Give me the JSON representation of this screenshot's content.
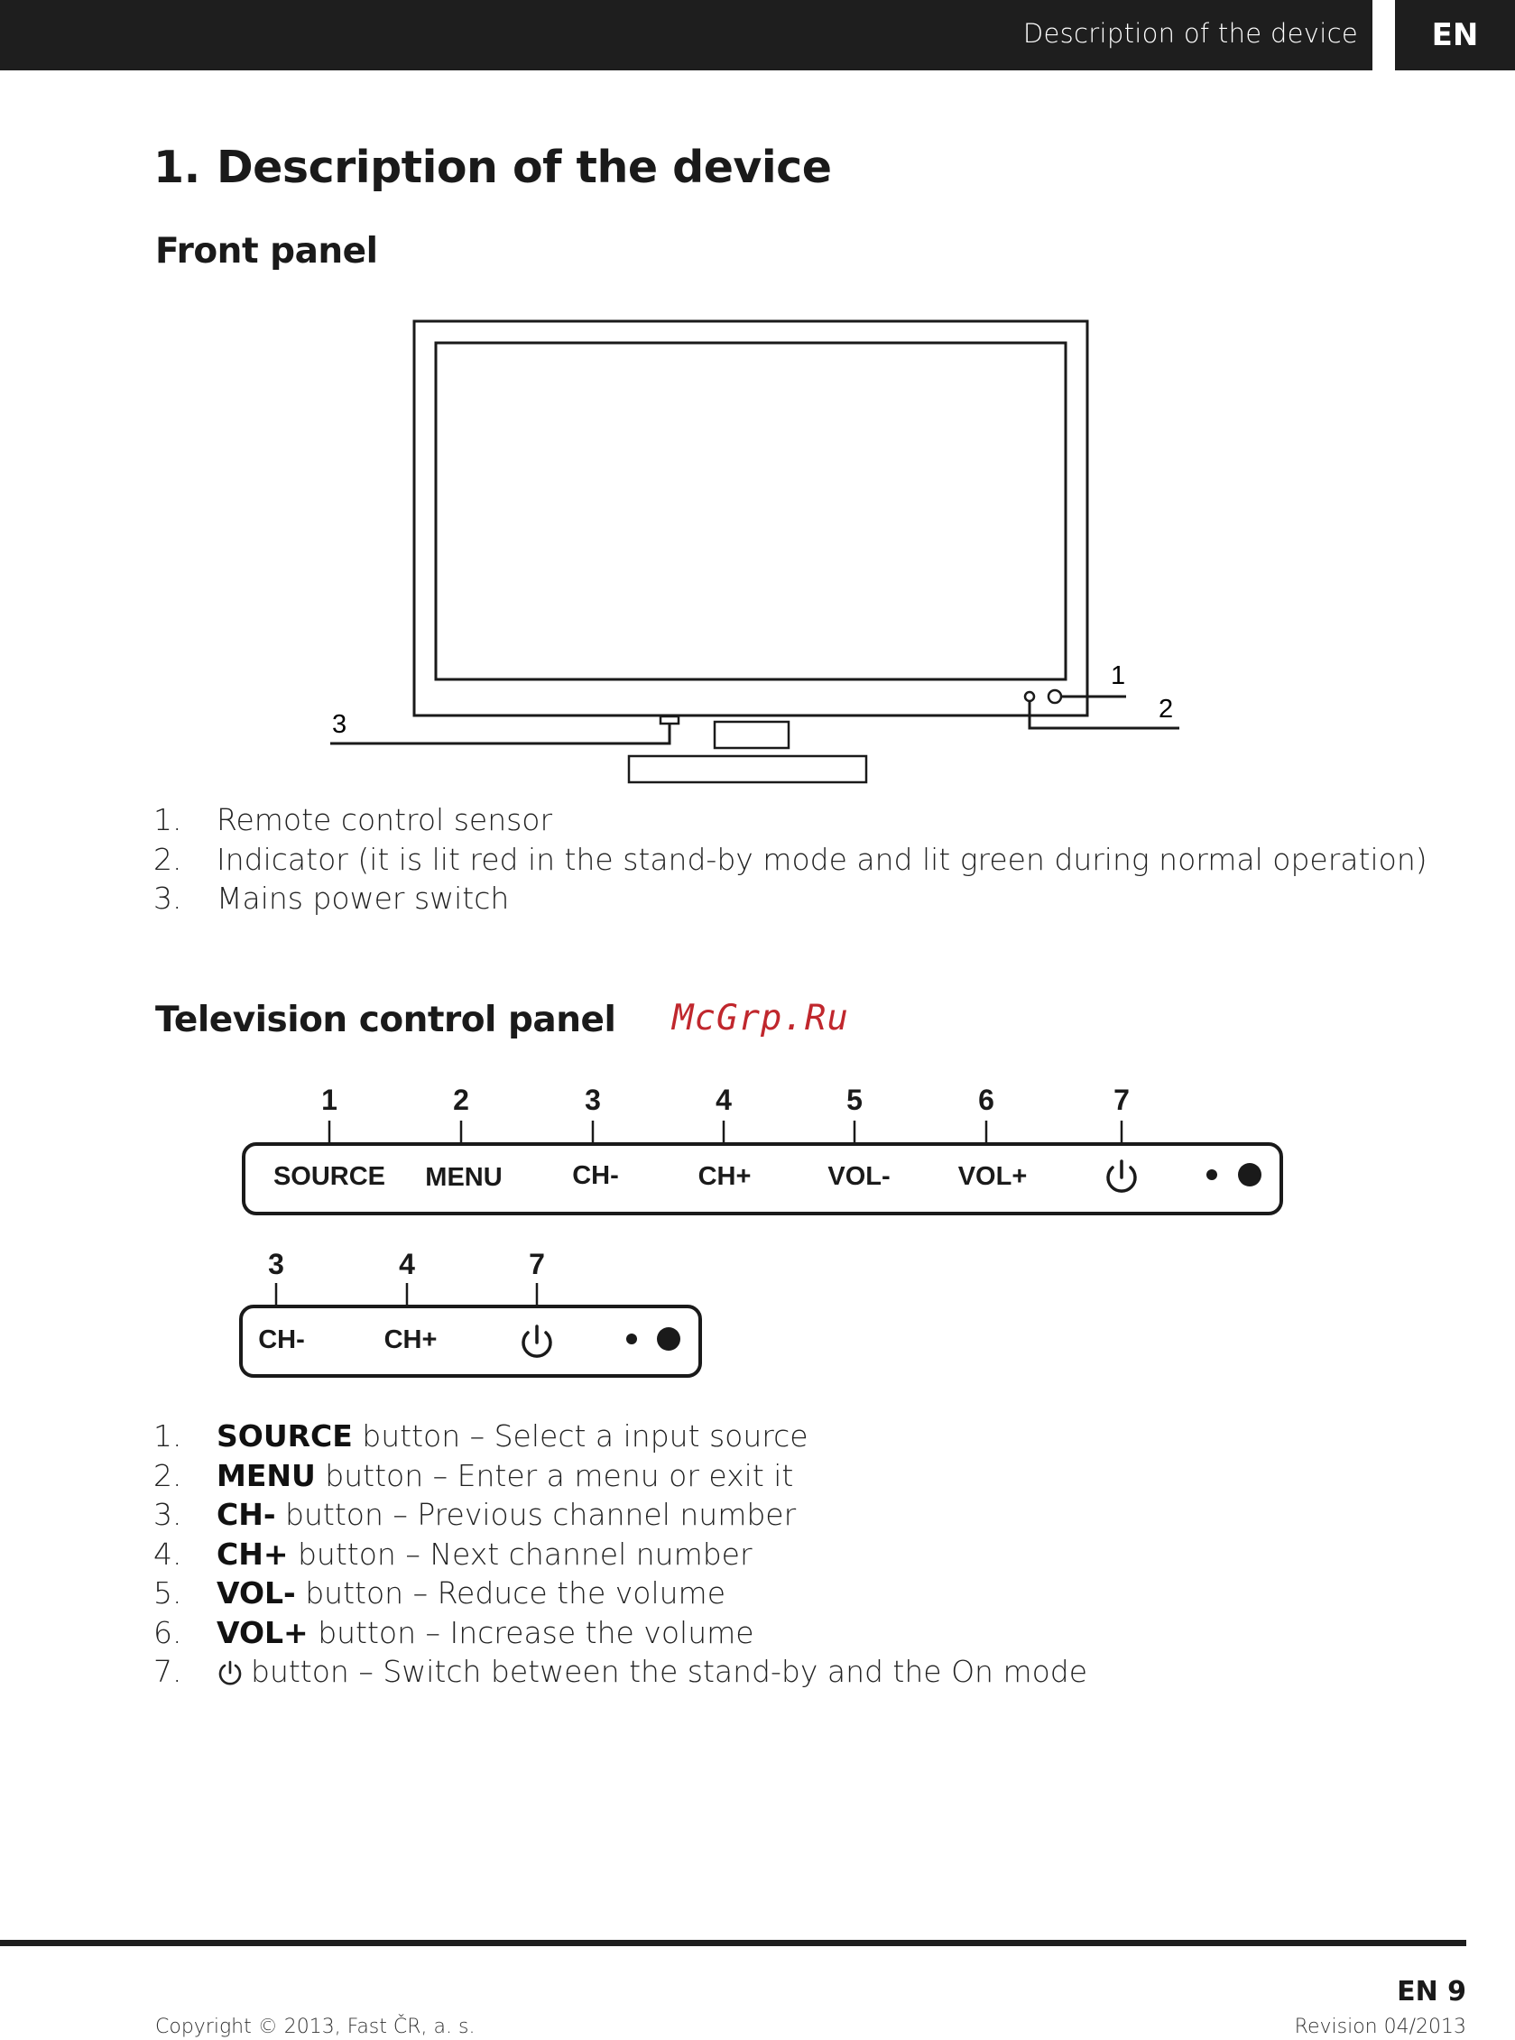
{
  "header": {
    "section": "Description of the device",
    "lang": "EN"
  },
  "title": {
    "number": "1.",
    "text": "Description of the device"
  },
  "front_panel": {
    "heading": "Front panel",
    "callouts": [
      "1",
      "2",
      "3"
    ],
    "items": [
      {
        "n": "1.",
        "text": "Remote control sensor"
      },
      {
        "n": "2.",
        "text": "Indicator (it is lit red in the stand-by mode and lit green during normal operation)"
      },
      {
        "n": "3.",
        "text": "Mains power switch"
      }
    ]
  },
  "watermark": "McGrp.Ru",
  "control_panel": {
    "heading": "Television control panel",
    "panel_large": {
      "numbers": [
        "1",
        "2",
        "3",
        "4",
        "5",
        "6",
        "7"
      ],
      "labels": [
        "SOURCE",
        "MENU",
        "CH-",
        "CH+",
        "VOL-",
        "VOL+"
      ]
    },
    "panel_small": {
      "numbers": [
        "3",
        "4",
        "7"
      ],
      "labels": [
        "CH-",
        "CH+"
      ]
    },
    "items": [
      {
        "n": "1.",
        "key": "SOURCE",
        "text": " button – Select a input source"
      },
      {
        "n": "2.",
        "key": "MENU",
        "text": " button – Enter a menu or exit it"
      },
      {
        "n": "3.",
        "key": "CH-",
        "text": " button – Previous channel number"
      },
      {
        "n": "4.",
        "key": "CH+",
        "text": " button – Next channel number"
      },
      {
        "n": "5.",
        "key": "VOL-",
        "text": " button – Reduce the volume"
      },
      {
        "n": "6.",
        "key": "VOL+",
        "text": " button – Increase the volume"
      },
      {
        "n": "7.",
        "key": "",
        "text": "button – Switch between the stand-by and the On mode"
      }
    ]
  },
  "footer": {
    "page": "EN 9",
    "copyright": "Copyright © 2013, Fast ČR, a. s.",
    "revision": "Revision 04/2013"
  }
}
